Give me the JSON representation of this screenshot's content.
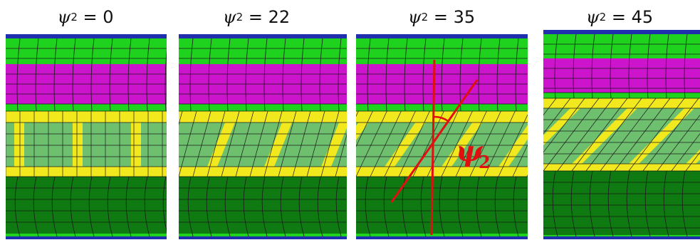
{
  "panels": [
    {
      "psi_symbol": "ψ",
      "subscript": "2",
      "eq": " = ",
      "value": "0",
      "angle_deg": 0
    },
    {
      "psi_symbol": "ψ",
      "subscript": "2",
      "eq": " = ",
      "value": "22",
      "angle_deg": 22
    },
    {
      "psi_symbol": "ψ",
      "subscript": "2",
      "eq": " = ",
      "value": "35",
      "angle_deg": 35
    },
    {
      "psi_symbol": "ψ",
      "subscript": "2",
      "eq": " = ",
      "value": "45",
      "angle_deg": 45
    }
  ],
  "annotation": {
    "symbol": "ψ",
    "subscript": "2"
  },
  "colors": {
    "edge_blue": "#1f2fae",
    "outer_green": "#1ed21e",
    "outer_green_mid": "#22b722",
    "magenta": "#cc14cc",
    "yellow": "#f2e81e",
    "strip_green": "#6ec06e",
    "dark_green": "#0f7a12",
    "mesh": "#1a1a1a",
    "annotation_red": "#e01010"
  }
}
